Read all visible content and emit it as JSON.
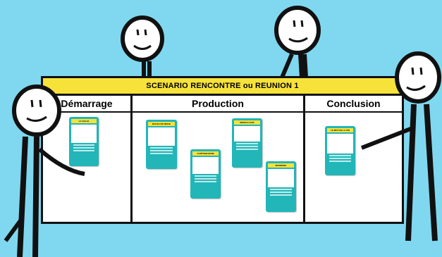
{
  "board": {
    "title": "SCENARIO RENCONTRE ou REUNION 1",
    "columns": [
      {
        "label": "Démarrage"
      },
      {
        "label": "Production"
      },
      {
        "label": "Conclusion"
      }
    ]
  },
  "cards": [
    {
      "title": "LA SALLE"
    },
    {
      "title": "BOULE DE NEIGE"
    },
    {
      "title": "CARTOGRAPHIE"
    },
    {
      "title": "WORLD CAFE"
    },
    {
      "title": "MURMURE"
    },
    {
      "title": "LE MOT DE LA FIN"
    }
  ],
  "colors": {
    "background": "#7fd8ef",
    "header": "#f7e23a",
    "card": "#22b6b8"
  }
}
